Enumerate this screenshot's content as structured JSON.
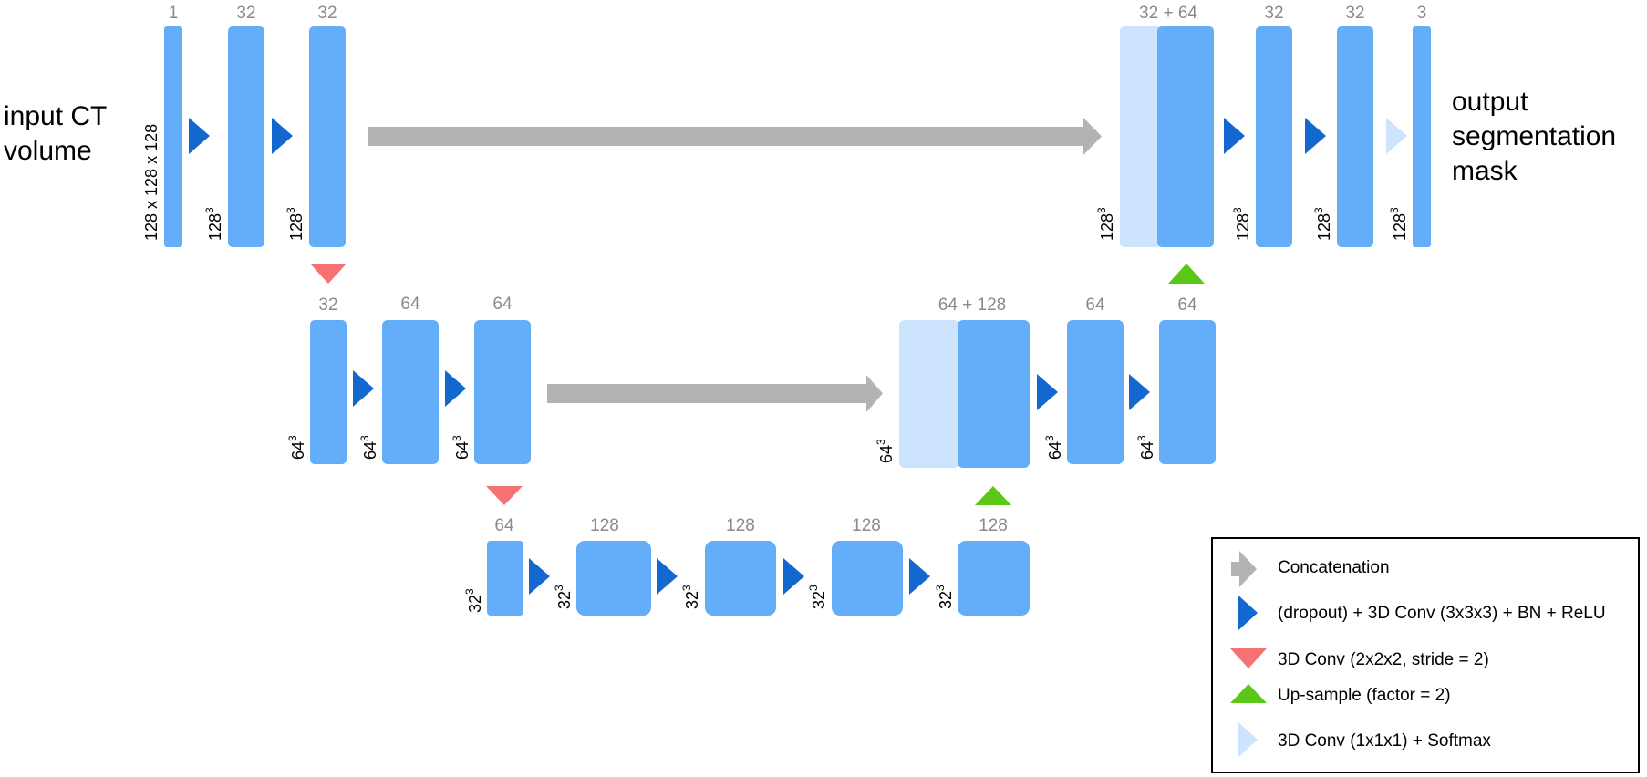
{
  "colors": {
    "block": "#64adf9",
    "block_light": "#cce4fd",
    "conv_arrow": "#1368cf",
    "concat_arrow": "#b3b3b3",
    "down_triangle": "#f67272",
    "up_triangle": "#5cc717",
    "softmax_arrow": "#cce4fd"
  },
  "input_label": [
    "input CT",
    "volume"
  ],
  "output_label": [
    "output",
    "segmentation",
    "mask"
  ],
  "input_dim": "128 x 128 x 128",
  "level1": {
    "enc_channels": [
      "1",
      "32",
      "32"
    ],
    "enc_dims": [
      "128",
      "128"
    ],
    "dec_channels": [
      "32 + 64",
      "32",
      "32",
      "3"
    ],
    "dec_dims": [
      "128",
      "128",
      "128",
      "128"
    ]
  },
  "level2": {
    "enc_channels": [
      "32",
      "64",
      "64"
    ],
    "enc_dims": [
      "64",
      "64",
      "64"
    ],
    "dec_channels": [
      "64 + 128",
      "64",
      "64"
    ],
    "dec_dims": [
      "64",
      "64",
      "64"
    ]
  },
  "level3": {
    "channels": [
      "64",
      "128",
      "128",
      "128",
      "128"
    ],
    "dims": [
      "32",
      "32",
      "32",
      "32",
      "32"
    ]
  },
  "sup": "3",
  "legend": [
    {
      "icon": "concat-arrow-icon",
      "label": "Concatenation"
    },
    {
      "icon": "conv-arrow-icon",
      "label": "(dropout) + 3D Conv (3x3x3) + BN + ReLU"
    },
    {
      "icon": "down-triangle-icon",
      "label": "3D Conv (2x2x2, stride = 2)"
    },
    {
      "icon": "up-triangle-icon",
      "label": "Up-sample (factor = 2)"
    },
    {
      "icon": "softmax-arrow-icon",
      "label": "3D Conv (1x1x1) + Softmax"
    }
  ]
}
